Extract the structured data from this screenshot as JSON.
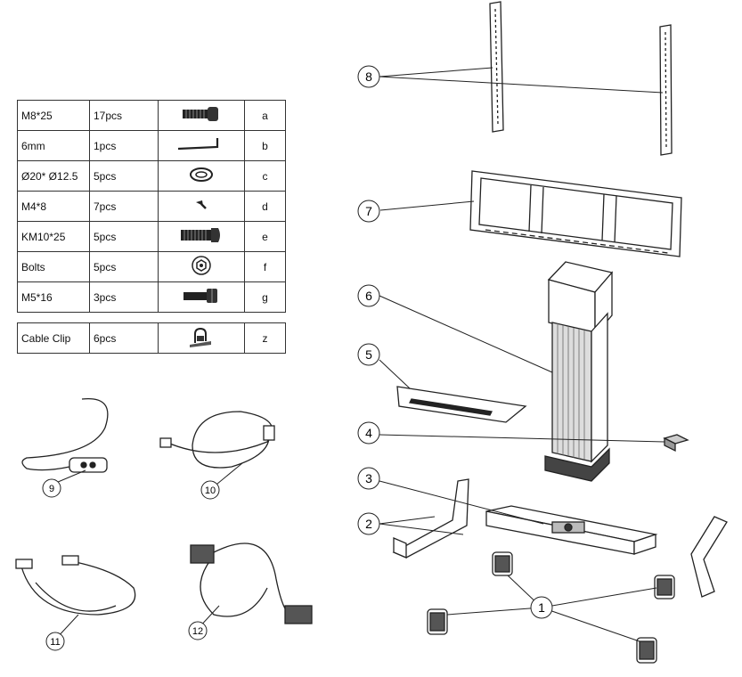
{
  "hardware": [
    {
      "name": "M8*25",
      "qty": "17pcs",
      "code": "a",
      "icon": "bolt-icon"
    },
    {
      "name": "6mm",
      "qty": "1pcs",
      "code": "b",
      "icon": "allen-key-icon"
    },
    {
      "name": "Ø20* Ø12.5",
      "qty": "5pcs",
      "code": "c",
      "icon": "washer-icon"
    },
    {
      "name": "M4*8",
      "qty": "7pcs",
      "code": "d",
      "icon": "small-screw-icon"
    },
    {
      "name": "KM10*25",
      "qty": "5pcs",
      "code": "e",
      "icon": "bolt-icon"
    },
    {
      "name": "Bolts",
      "qty": "5pcs",
      "code": "f",
      "icon": "nut-icon"
    },
    {
      "name": "M5*16",
      "qty": "3pcs",
      "code": "g",
      "icon": "bolt-icon"
    }
  ],
  "cable_clip": {
    "name": "Cable Clip",
    "qty": "6pcs",
    "code": "z",
    "icon": "cable-clip-icon"
  },
  "callouts": {
    "c1": "1",
    "c2": "2",
    "c3": "3",
    "c4": "4",
    "c5": "5",
    "c6": "6",
    "c7": "7",
    "c8": "8",
    "c9": "9",
    "c10": "10",
    "c11": "11",
    "c12": "12"
  }
}
